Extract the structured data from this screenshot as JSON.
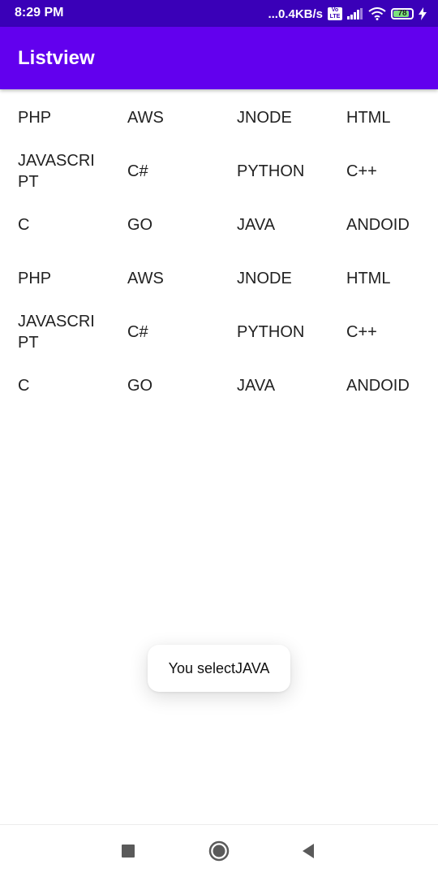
{
  "status_bar": {
    "time": "8:29 PM",
    "network_speed": "...0.4KB/s",
    "volte_badge": "Vo LTE",
    "battery_level": "78",
    "icons": [
      "volte-icon",
      "signal-icon",
      "wifi-icon",
      "battery-icon",
      "charging-icon"
    ]
  },
  "app_bar": {
    "title": "Listview"
  },
  "grid": {
    "rows": [
      [
        "PHP",
        "AWS",
        "JNODE",
        "HTML"
      ],
      [
        "JAVASCRIPT",
        "C#",
        "PYTHON",
        "C++"
      ],
      [
        "C",
        "GO",
        "JAVA",
        "ANDOID"
      ],
      [
        "PHP",
        "AWS",
        "JNODE",
        "HTML"
      ],
      [
        "JAVASCRIPT",
        "C#",
        "PYTHON",
        "C++"
      ],
      [
        "C",
        "GO",
        "JAVA",
        "ANDOID"
      ]
    ]
  },
  "toast": {
    "message": "You selectJAVA"
  },
  "nav_bar": {
    "icons": [
      "recents-icon",
      "home-icon",
      "back-icon"
    ]
  },
  "colors": {
    "status_bar": "#3a00b8",
    "app_bar": "#6200ee",
    "text": "#222222",
    "background": "#ffffff"
  }
}
